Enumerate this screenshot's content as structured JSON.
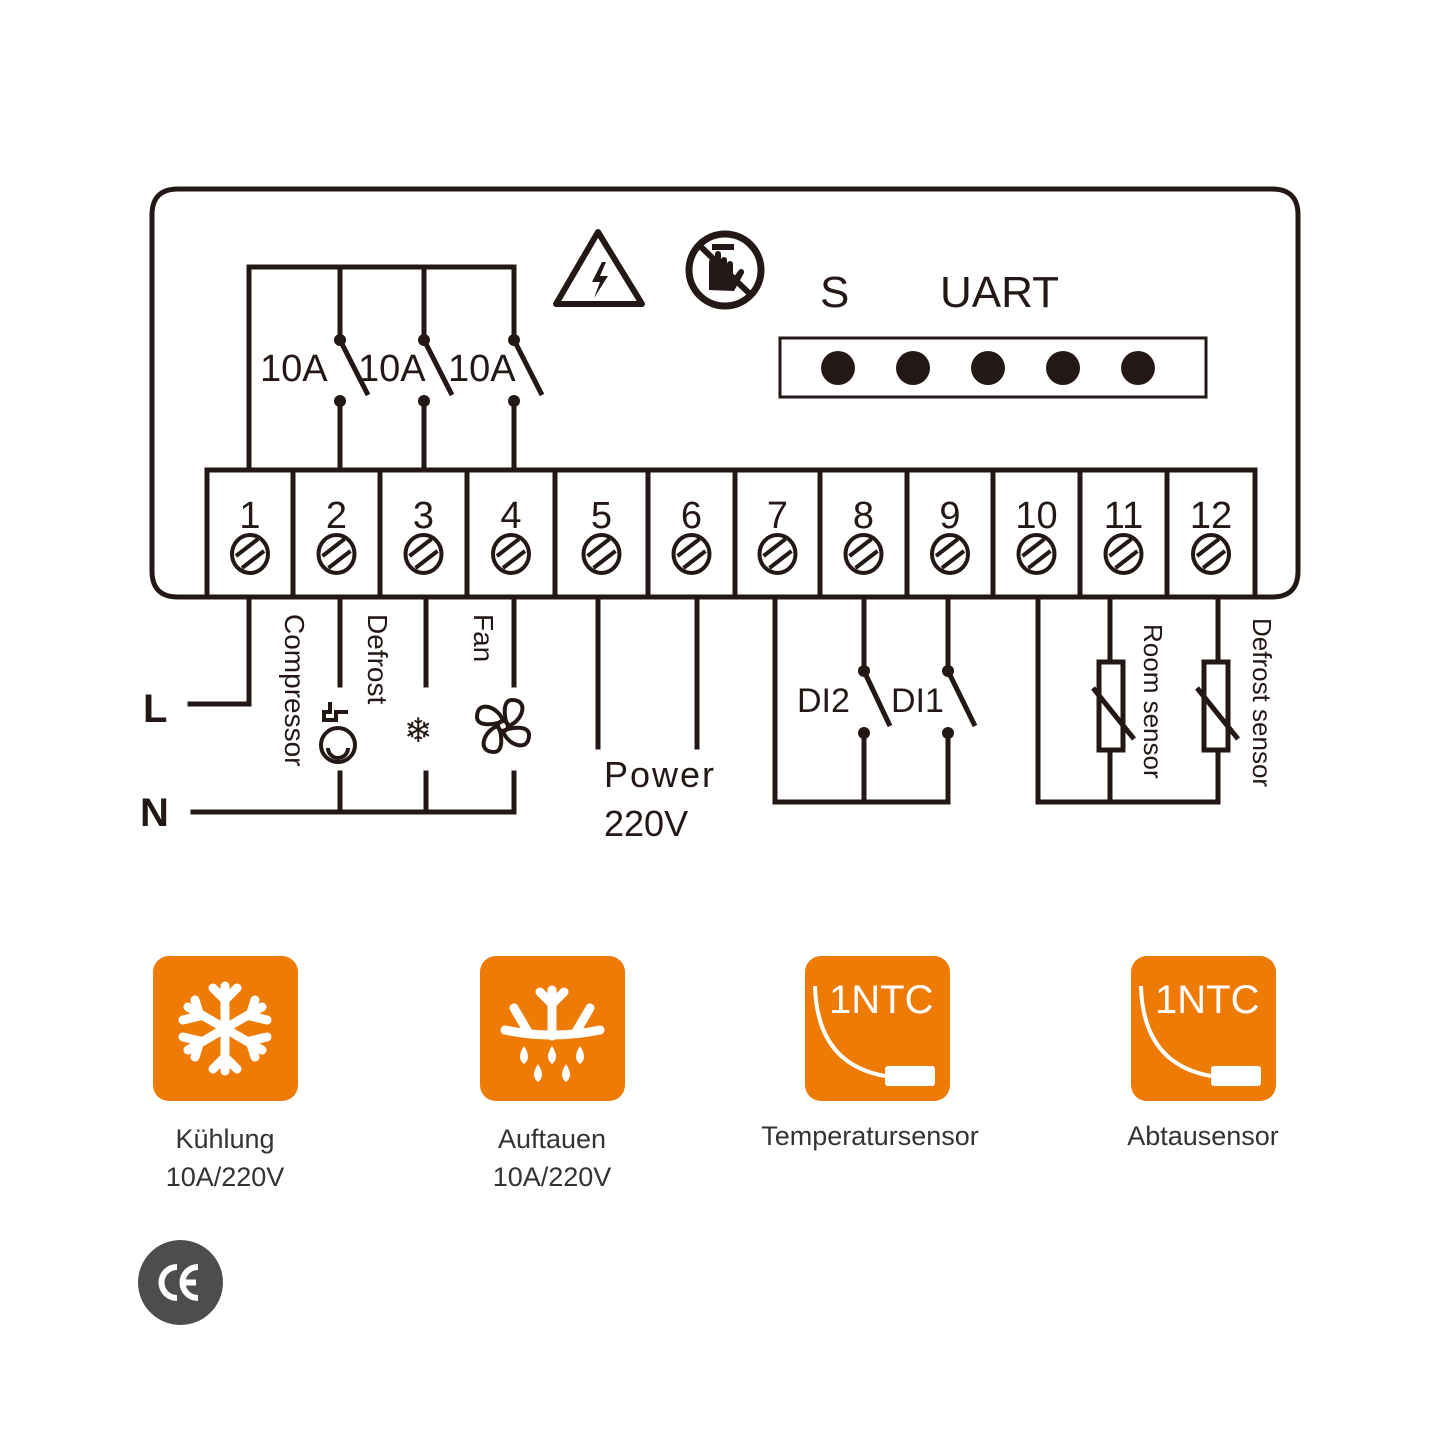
{
  "diagram": {
    "title_icons": [
      "high-voltage-warning-icon",
      "no-touch-icon"
    ],
    "uart": {
      "s_label": "S",
      "label": "UART",
      "pin_count": 5
    },
    "relays": [
      {
        "rating": "10A",
        "terminal": 2,
        "load": "Compressor"
      },
      {
        "rating": "10A",
        "terminal": 3,
        "load": "Defrost"
      },
      {
        "rating": "10A",
        "terminal": 4,
        "load": "Fan"
      }
    ],
    "terminals": [
      "1",
      "2",
      "3",
      "4",
      "5",
      "6",
      "7",
      "8",
      "9",
      "10",
      "11",
      "12"
    ],
    "line_labels": {
      "L": "L",
      "N": "N"
    },
    "loads": {
      "compressor": "Compressor",
      "defrost": "Defrost",
      "fan": "Fan"
    },
    "power": {
      "line1": "Power",
      "line2": "220V"
    },
    "digital_inputs": {
      "di2": "DI2",
      "di1": "DI1"
    },
    "sensors": {
      "room": "Room sensor",
      "defrost": "Defrost sensor"
    }
  },
  "legend": [
    {
      "icon": "snowflake-icon",
      "label": "Kühlung",
      "sublabel": "10A/220V"
    },
    {
      "icon": "defrost-icon",
      "label": "Auftauen",
      "sublabel": "10A/220V"
    },
    {
      "icon": "ntc-sensor-icon",
      "badge": "1NTC",
      "label": "Temperatursensor"
    },
    {
      "icon": "ntc-sensor-icon",
      "badge": "1NTC",
      "label": "Abtausensor"
    }
  ],
  "certification": {
    "mark": "CE"
  },
  "colors": {
    "line": "#231815",
    "accent": "#ee7b06",
    "badge": "#4d4d4d",
    "caption": "#333333"
  }
}
